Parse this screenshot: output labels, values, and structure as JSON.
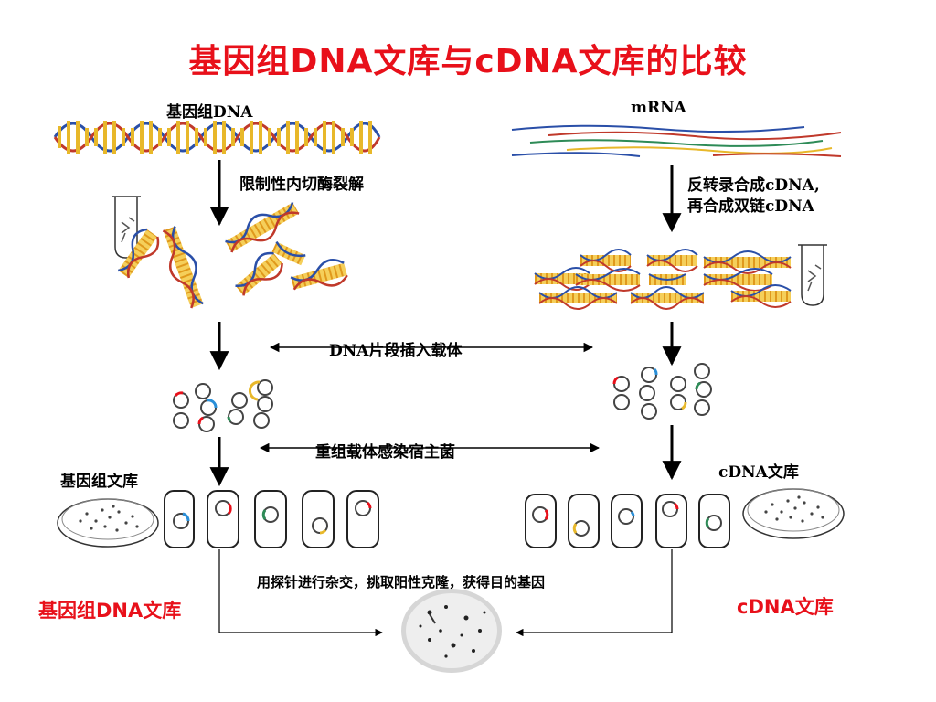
{
  "slide": {
    "title": "基因组DNA文库与cDNA文库的比较",
    "left_source": "基因组DNA",
    "right_source": "mRNA",
    "left_step": "限制性内切酶裂解",
    "right_step_line1": "反转录合成cDNA,",
    "right_step_line2": "再合成双链cDNA",
    "insert_step": "DNA片段插入载体",
    "infect_step": "重组载体感染宿主菌",
    "left_library": "基因组文库",
    "right_library": "cDNA文库",
    "screening": "用探针进行杂交，挑取阳性克隆，获得目的基因",
    "left_caption": "基因组DNA文库",
    "right_caption": "cDNA文库"
  },
  "colors": {
    "title": "#e8101a",
    "dna_yellow": "#e8b82a",
    "dna_blue": "#2a4fa8",
    "dna_red": "#c0392b",
    "dna_green": "#2e8b57"
  },
  "icons": [
    "test-tube-icon",
    "down-arrow-icon",
    "plasmid-icon",
    "petri-dish-icon",
    "bacterium-cell-icon",
    "hybridization-membrane-icon"
  ]
}
